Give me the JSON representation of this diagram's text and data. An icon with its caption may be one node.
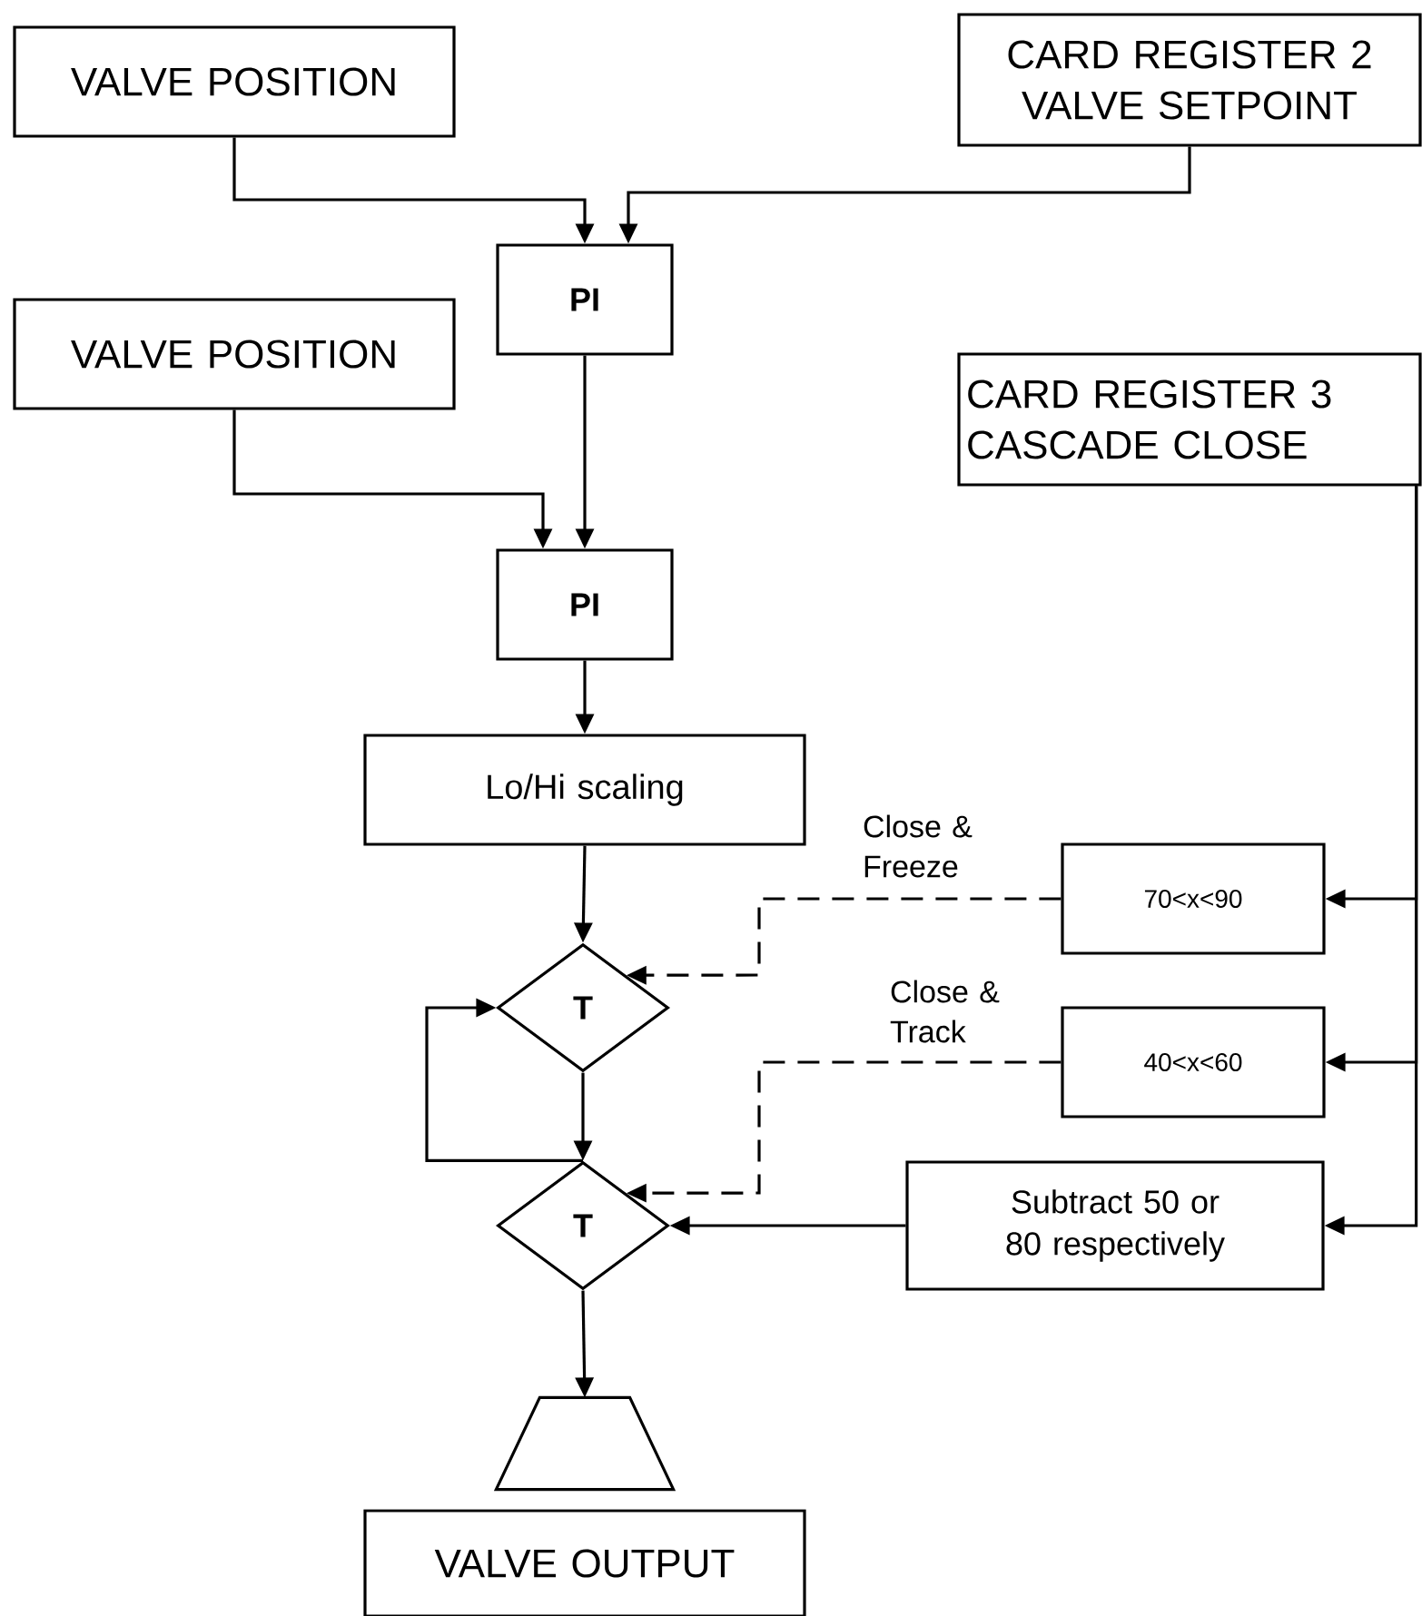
{
  "diagram": {
    "nodes": [
      {
        "text": [
          "VALVE POSITION"
        ]
      },
      {
        "text": [
          "CARD REGISTER 2 VALVE SETPOINT"
        ]
      },
      {
        "text": [
          "PI"
        ]
      },
      {
        "text": [
          "VALVE POSITION"
        ]
      },
      {
        "text": [
          "CARD REGISTER 3 CASCADE CLOSE"
        ]
      },
      {
        "text": [
          "PI"
        ]
      },
      {
        "text": [
          "Lo/Hi scaling"
        ]
      },
      {
        "text": [
          "T"
        ]
      },
      {
        "text": [
          "70<x<90"
        ]
      },
      {
        "text": [
          "40<x<60"
        ]
      },
      {
        "text": [
          "T"
        ]
      },
      {
        "text": [
          "Subtract 50 or 80 respectively"
        ]
      },
      {
        "text": [],
        "shape": "trapezoid"
      },
      {
        "text": [
          "VALVE OUTPUT"
        ]
      }
    ],
    "edges": [
      {
        "from": 0,
        "to": 2,
        "arrow": "to"
      },
      {
        "from": 1,
        "to": 2,
        "arrow": "to"
      },
      {
        "from": 2,
        "to": 5,
        "arrow": "to"
      },
      {
        "from": 3,
        "to": 5,
        "arrow": "to"
      },
      {
        "from": 5,
        "to": 6,
        "arrow": "to"
      },
      {
        "from": 6,
        "to": 7,
        "arrow": "to"
      },
      {
        "from": 4,
        "to": 8,
        "arrow": "to"
      },
      {
        "from": 4,
        "to": 9,
        "arrow": "to"
      },
      {
        "from": 4,
        "to": 11,
        "arrow": "to"
      },
      {
        "from": 8,
        "to": 7,
        "arrow": "to",
        "style": "dashed",
        "label": "Close & Freeze"
      },
      {
        "from": 9,
        "to": 10,
        "arrow": "to",
        "style": "dashed",
        "label": "Close & Track"
      },
      {
        "from": 7,
        "to": 10,
        "arrow": "to"
      },
      {
        "from": 10,
        "to": 7,
        "arrow": "to"
      },
      {
        "from": 11,
        "to": 10,
        "arrow": "to"
      },
      {
        "from": 10,
        "to": 12,
        "arrow": "to"
      }
    ]
  }
}
